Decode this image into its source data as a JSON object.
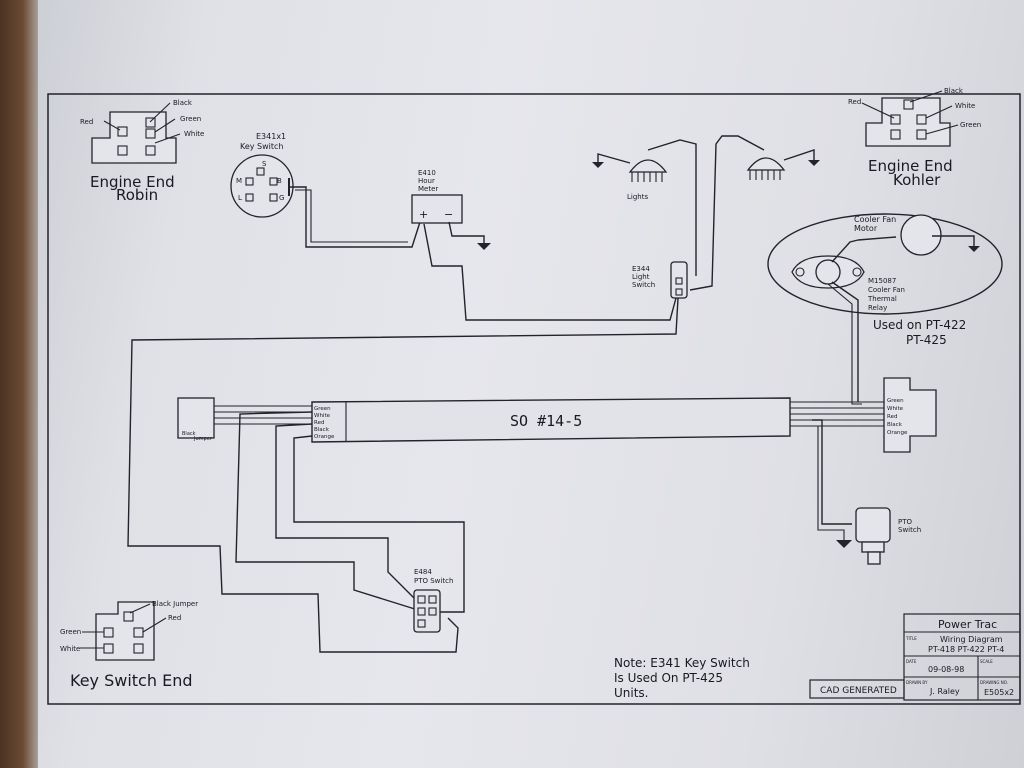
{
  "robin": {
    "title_line1": "Engine End",
    "title_line2": "Robin",
    "wires": [
      "Black",
      "Red",
      "Green",
      "White"
    ]
  },
  "kohler": {
    "title_line1": "Engine End",
    "title_line2": "Kohler",
    "wires": [
      "Black",
      "Red",
      "White",
      "Green"
    ]
  },
  "key_switch": {
    "part_no": "E341x1",
    "label": "Key Switch",
    "terminals": [
      "S",
      "M",
      "B",
      "L",
      "G"
    ]
  },
  "hour_meter": {
    "part_no": "E410",
    "line1": "Hour",
    "line2": "Meter",
    "plus": "+",
    "minus": "−"
  },
  "lights": {
    "label": "Lights"
  },
  "light_switch": {
    "part_no": "E344",
    "line1": "Light",
    "line2": "Switch"
  },
  "cooler": {
    "motor_line1": "Cooler Fan",
    "motor_line2": "Motor",
    "relay_part": "M15087",
    "relay_line1": "Cooler Fan",
    "relay_line2": "Thermal",
    "relay_line3": "Relay",
    "used_line1": "Used on PT-422",
    "used_line2": "PT-425"
  },
  "harness": {
    "label": "SO  #14-5",
    "left_wires": [
      "Green",
      "White",
      "Red",
      "Black",
      "Orange"
    ],
    "right_wires": [
      "Green",
      "White",
      "Red",
      "Black",
      "Orange"
    ],
    "jumper_line1": "Black",
    "jumper_line2": "Jumper"
  },
  "pto_switch_right": {
    "line1": "PTO",
    "line2": "Switch"
  },
  "pto_switch_center": {
    "part_no": "E484",
    "label": "PTO Switch"
  },
  "key_switch_end": {
    "title": "Key Switch End",
    "wires": [
      "Black Jumper",
      "Red",
      "Green",
      "White"
    ]
  },
  "note": {
    "line1": "Note: E341 Key Switch",
    "line2": "Is Used On PT-425",
    "line3": "Units."
  },
  "title_block": {
    "company": "Power Trac",
    "title_label": "TITLE",
    "title_line1": "Wiring Diagram",
    "title_line2": "PT-418 PT-422 PT-4",
    "date_label": "DATE",
    "date": "09-08-98",
    "scale_label": "SCALE",
    "drawn_label": "DRAWN BY",
    "drawn_by": "J. Raley",
    "drawing_label": "DRAWING NO.",
    "drawing_no": "E505x2",
    "cad": "CAD GENERATED"
  }
}
